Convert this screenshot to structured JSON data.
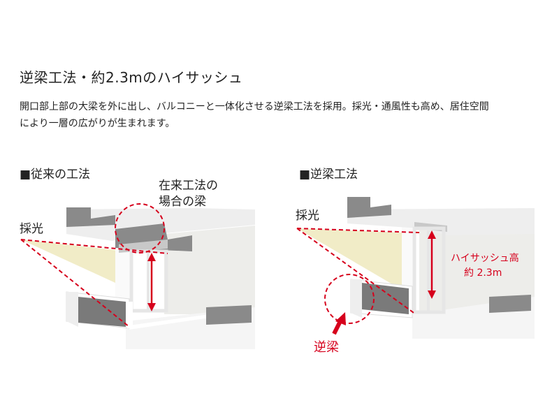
{
  "heading": "逆梁工法・約2.3mのハイサッシュ",
  "description": [
    "開口部上部の大梁を外に出し、バルコニーと一体化させる逆梁工法を採用。採光・通風性も高め、居住空間",
    "により一層の広がりが生まれます。"
  ],
  "left_panel": {
    "title": "■従来の工法",
    "beam_label": [
      "在来工法の",
      "場合の梁"
    ],
    "light_label": "採光"
  },
  "right_panel": {
    "title": "■逆梁工法",
    "light_label": "採光",
    "sash_label": [
      "ハイサッシュ高",
      "約 2.3m"
    ],
    "reverse_beam_label": "逆梁"
  },
  "colors": {
    "accent_red": "#d6001c",
    "light_beam": "#f1ecc7",
    "beam_dark": "#8a8a8a",
    "wall_light": "#ededea",
    "structure": "#f3f3f3"
  }
}
